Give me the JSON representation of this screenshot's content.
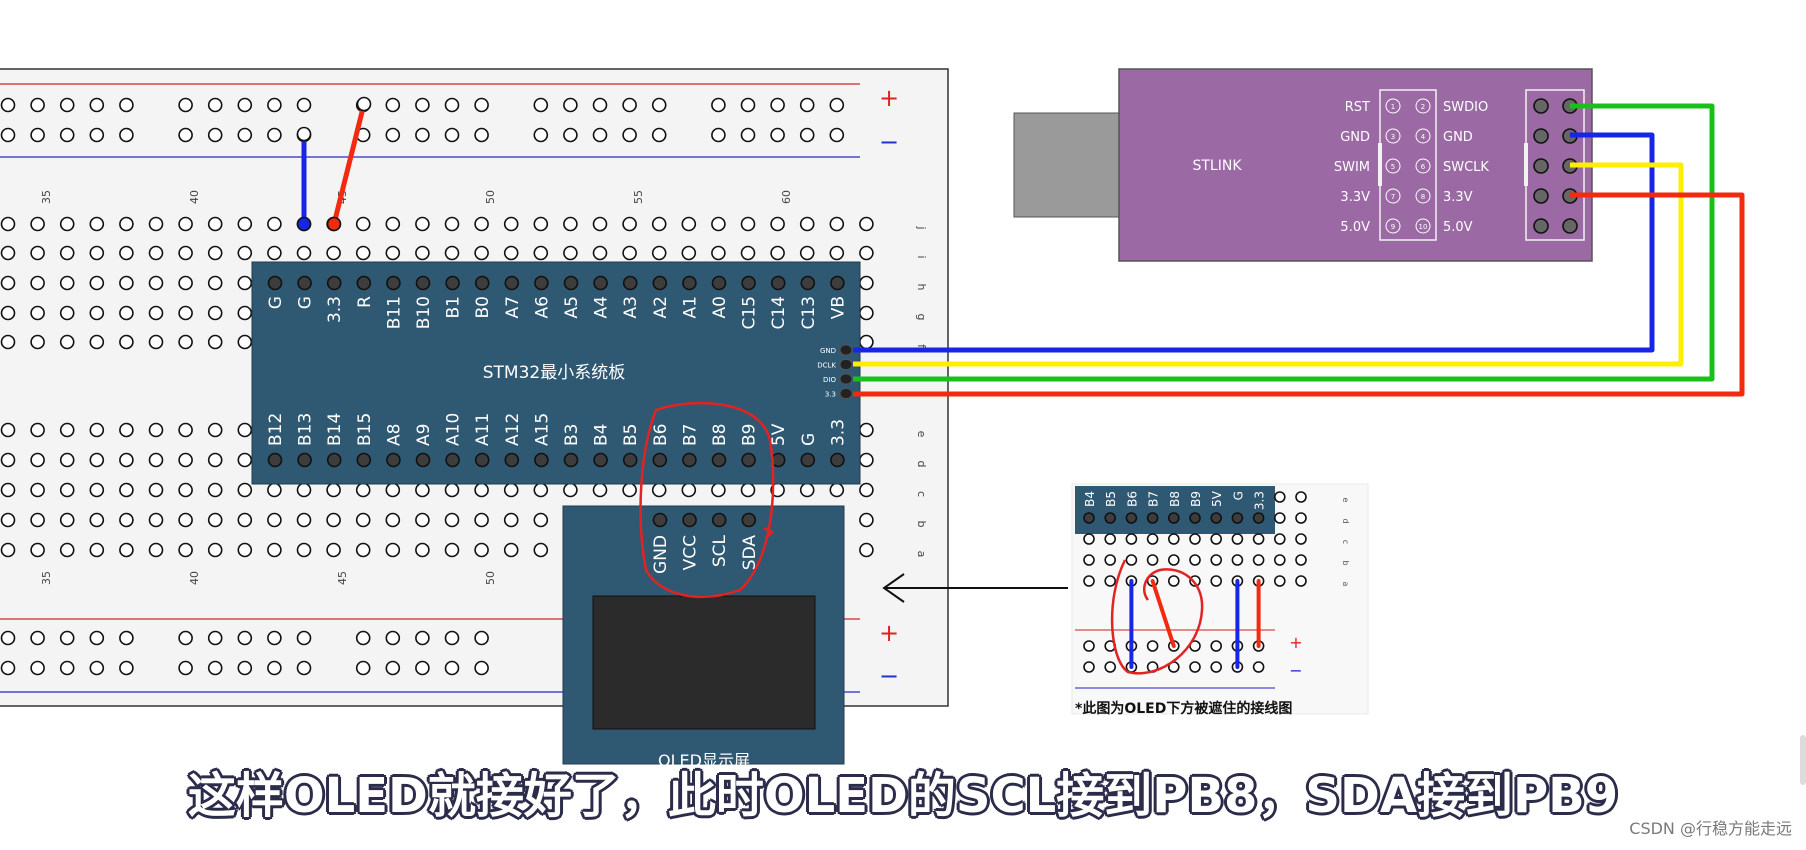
{
  "colors": {
    "blue": "#1726e6",
    "red": "#f22a10",
    "green": "#19c01a",
    "yellow": "#ffee00",
    "board": "#2f5873",
    "stlink": "#9b6aa5",
    "oled_screen": "#2b2b2b",
    "breadboard_hole": "#111111",
    "rail_red": "#d84848",
    "rail_blue": "#4a4ad0"
  },
  "breadboard": {
    "col_labels": [
      "35",
      "40",
      "45",
      "50",
      "55",
      "60"
    ],
    "row_labels_top": [
      "j",
      "i",
      "h",
      "g",
      "f"
    ],
    "row_labels_bottom": [
      "e",
      "d",
      "c",
      "b",
      "a"
    ],
    "plus": "+",
    "minus": "−"
  },
  "stm32": {
    "title": "STM32最小系统板",
    "top_pins": [
      "G",
      "G",
      "3.3",
      "R",
      "B11",
      "B10",
      "B1",
      "B0",
      "A7",
      "A6",
      "A5",
      "A4",
      "A3",
      "A2",
      "A1",
      "A0",
      "C15",
      "C14",
      "C13",
      "VB"
    ],
    "bottom_pins": [
      "B12",
      "B13",
      "B14",
      "B15",
      "A8",
      "A9",
      "A10",
      "A11",
      "A12",
      "A15",
      "B3",
      "B4",
      "B5",
      "B6",
      "B7",
      "B8",
      "B9",
      "5V",
      "G",
      "3.3"
    ],
    "swd_pins": [
      "GND",
      "DCLK",
      "DIO",
      "3.3"
    ]
  },
  "stlink": {
    "label": "STLINK",
    "left_labels": [
      "RST",
      "GND",
      "SWIM",
      "3.3V",
      "5.0V"
    ],
    "right_labels": [
      "SWDIO",
      "GND",
      "SWCLK",
      "3.3V",
      "5.0V"
    ],
    "pin_numbers": [
      "1",
      "2",
      "3",
      "4",
      "5",
      "6",
      "7",
      "8",
      "9",
      "10"
    ]
  },
  "oled": {
    "pins": [
      "GND",
      "VCC",
      "SCL",
      "SDA"
    ],
    "label": "OLED显示屏"
  },
  "inset": {
    "pins": [
      "B4",
      "B5",
      "B6",
      "B7",
      "B8",
      "B9",
      "5V",
      "G",
      "3.3"
    ],
    "row_labels": [
      "e",
      "d",
      "c",
      "b",
      "a"
    ],
    "plus": "+",
    "minus": "−",
    "caption": "*此图为OLED下方被遮住的接线图"
  },
  "subtitle": "这样OLED就接好了，此时OLED的SCL接到PB8，SDA接到PB9",
  "watermark": "CSDN @行稳方能走远"
}
